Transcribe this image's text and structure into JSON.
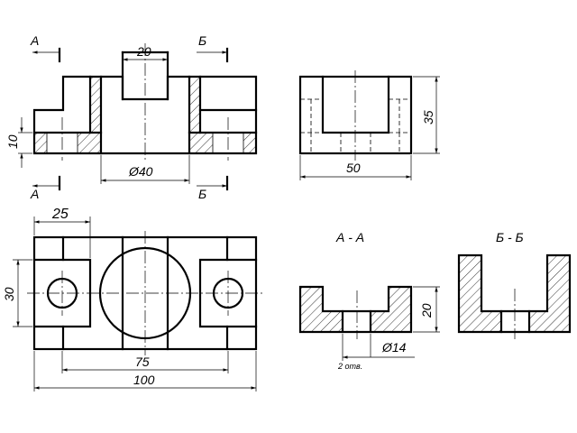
{
  "section_marks": {
    "a": "А",
    "b": "Б"
  },
  "section_titles": {
    "aa": "А - А",
    "bb": "Б - Б"
  },
  "dimensions": {
    "d_20_top": "20",
    "d_10": "10",
    "d_dia40": "Ø40",
    "d_35": "35",
    "d_50": "50",
    "d_25": "25",
    "d_30": "30",
    "d_75": "75",
    "d_100": "100",
    "d_20_section": "20",
    "d_dia14": "Ø14",
    "holes_note": "2 отв."
  }
}
